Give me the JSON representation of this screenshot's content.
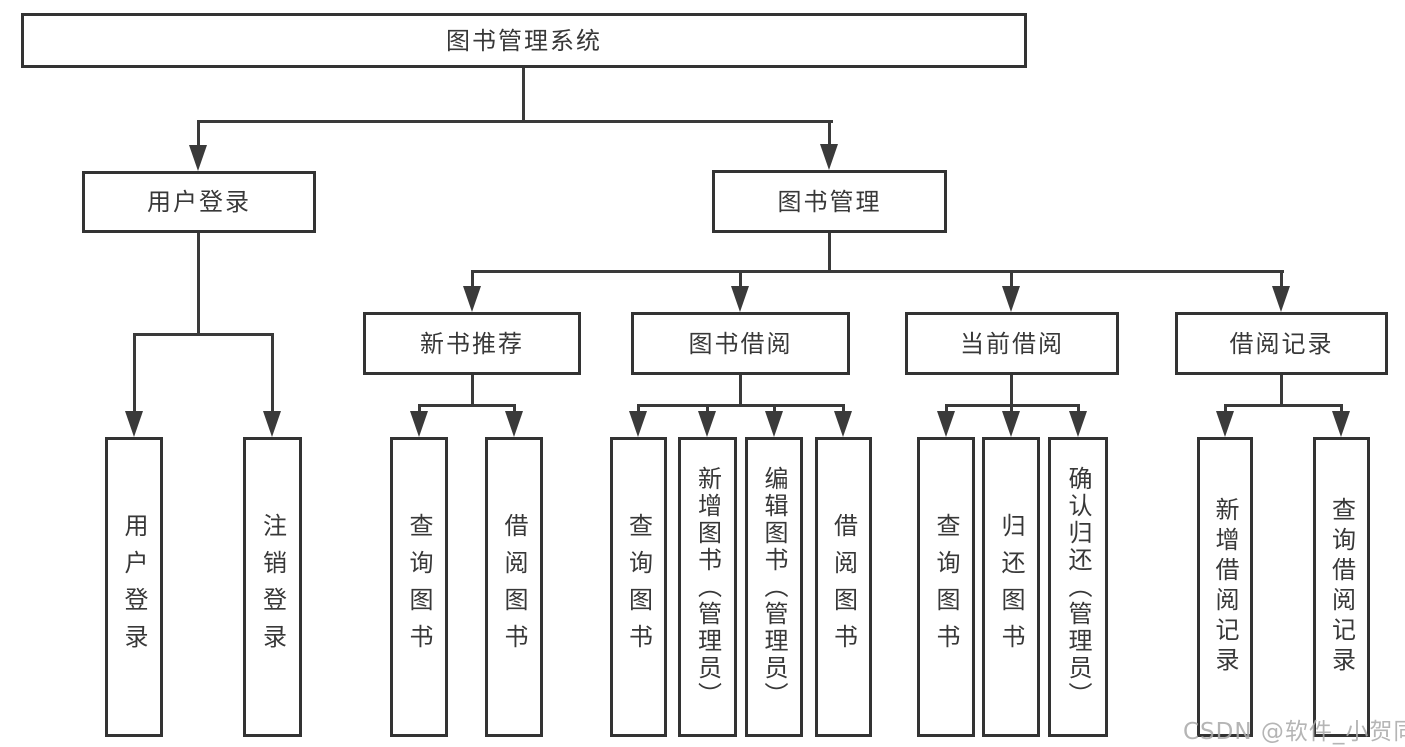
{
  "nodes": {
    "root": "图书管理系统",
    "user_login": "用户登录",
    "book_management": "图书管理",
    "new_book_recommend": "新书推荐",
    "book_borrow": "图书借阅",
    "current_borrow": "当前借阅",
    "borrow_records": "借阅记录"
  },
  "leaves": {
    "user_login": [
      "用户登录",
      "注销登录"
    ],
    "new_book_recommend": [
      "查询图书",
      "借阅图书"
    ],
    "book_borrow": [
      "查询图书",
      "新增图书（管理员）",
      "编辑图书（管理员）",
      "借阅图书"
    ],
    "current_borrow": [
      "查询图书",
      "归还图书",
      "确认归还（管理员）"
    ],
    "borrow_records": [
      "新增借阅记录",
      "查询借阅记录"
    ]
  },
  "watermark": "CSDN @软件_小贺同学",
  "colors": {
    "line": "#3a3a3a",
    "border": "#333333",
    "text": "#383838",
    "watermark": "#ababab",
    "background": "#ffffff"
  }
}
